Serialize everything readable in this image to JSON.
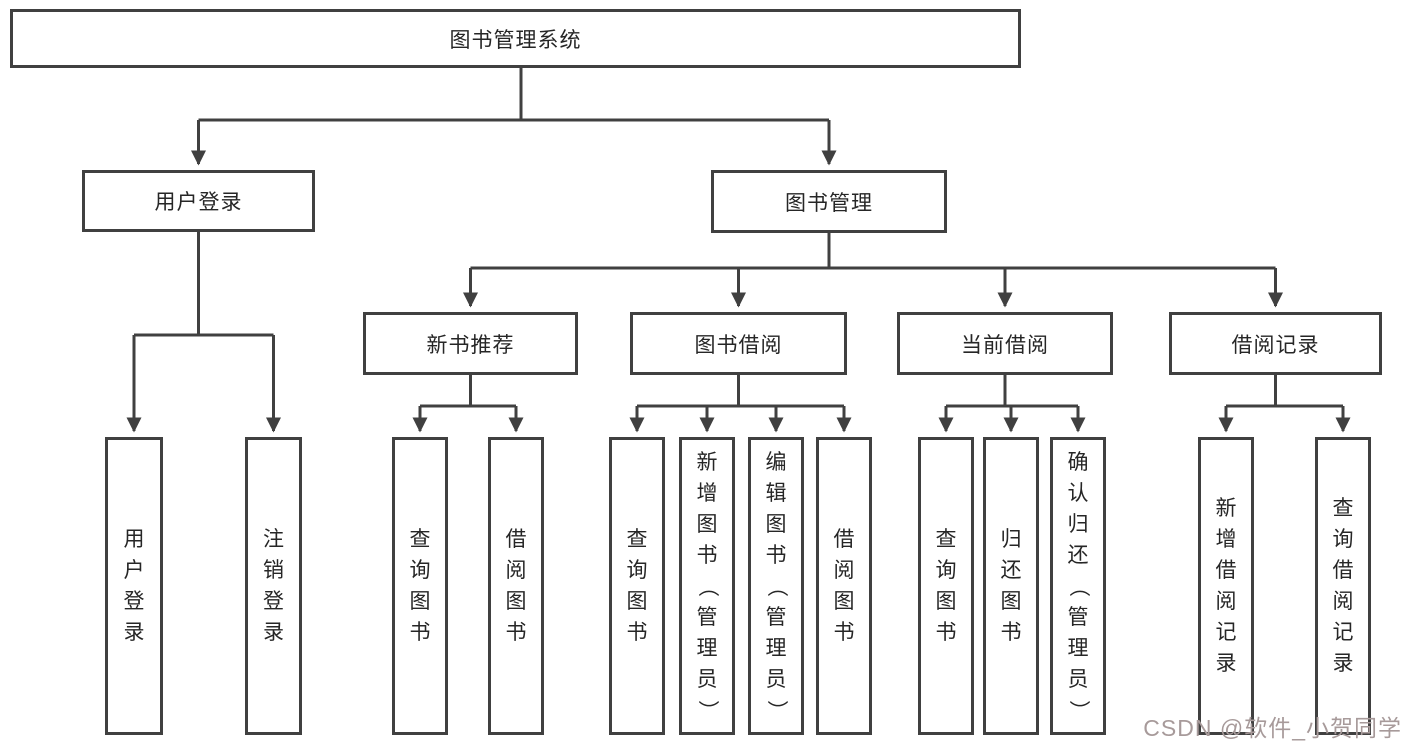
{
  "tree": {
    "label": "图书管理系统",
    "children": [
      {
        "label": "用户登录",
        "children": [
          {
            "label": "用户登录"
          },
          {
            "label": "注销登录"
          }
        ]
      },
      {
        "label": "图书管理",
        "children": [
          {
            "label": "新书推荐",
            "children": [
              {
                "label": "查询图书"
              },
              {
                "label": "借阅图书"
              }
            ]
          },
          {
            "label": "图书借阅",
            "children": [
              {
                "label": "查询图书"
              },
              {
                "label": "新增图书（管理员）"
              },
              {
                "label": "编辑图书（管理员）"
              },
              {
                "label": "借阅图书"
              }
            ]
          },
          {
            "label": "当前借阅",
            "children": [
              {
                "label": "查询图书"
              },
              {
                "label": "归还图书"
              },
              {
                "label": "确认归还（管理员）"
              }
            ]
          },
          {
            "label": "借阅记录",
            "children": [
              {
                "label": "新增借阅记录"
              },
              {
                "label": "查询借阅记录"
              }
            ]
          }
        ]
      }
    ]
  },
  "watermark": {
    "text": "CSDN @软件_小贺同学",
    "color": "#a79a9a"
  },
  "colors": {
    "line": "#404040",
    "text": "#262626",
    "background": "#ffffff"
  }
}
